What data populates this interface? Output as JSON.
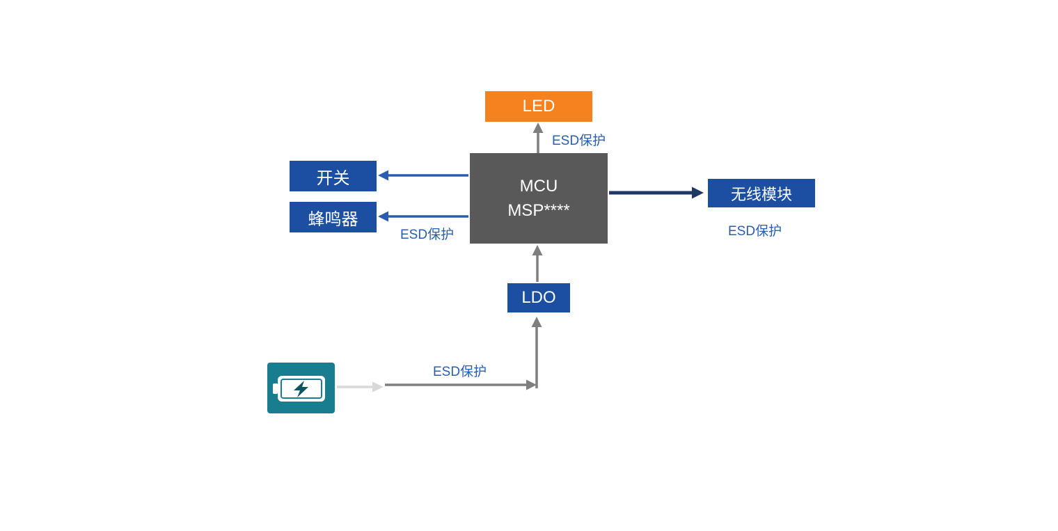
{
  "diagram": {
    "title": "MCU ESD protection block diagram",
    "nodes": {
      "led": {
        "label": "LED",
        "color": "#F5821E",
        "text_color": "#ffffff"
      },
      "mcu": {
        "line1": "MCU",
        "line2": "MSP****",
        "color": "#595959",
        "text_color": "#ffffff"
      },
      "switch": {
        "label": "开关",
        "color": "#1C4FA1",
        "text_color": "#ffffff"
      },
      "buzzer": {
        "label": "蜂鸣器",
        "color": "#1C4FA1",
        "text_color": "#ffffff"
      },
      "wireless": {
        "label": "无线模块",
        "color": "#1C4FA1",
        "text_color": "#ffffff"
      },
      "ldo": {
        "label": "LDO",
        "color": "#1C4FA1",
        "text_color": "#ffffff"
      }
    },
    "labels": {
      "esd_led": "ESD保护",
      "esd_buzzer": "ESD保护",
      "esd_wireless": "ESD保护",
      "esd_battery": "ESD保护"
    },
    "label_color": "#2A5DB0",
    "edges": [
      {
        "from": "mcu",
        "to": "led",
        "label": "ESD保护",
        "color": "#7F7F7F"
      },
      {
        "from": "mcu",
        "to": "switch",
        "label": "",
        "color": "#2A5DB0"
      },
      {
        "from": "mcu",
        "to": "buzzer",
        "label": "ESD保护",
        "color": "#2A5DB0"
      },
      {
        "from": "mcu",
        "to": "wireless",
        "label": "ESD保护",
        "color": "#1F3864"
      },
      {
        "from": "ldo",
        "to": "mcu",
        "label": "",
        "color": "#7F7F7F"
      },
      {
        "from": "battery",
        "to": "ldo",
        "label": "ESD保护",
        "color": "#7F7F7F"
      }
    ],
    "arrow_colors": {
      "gray": "#7F7F7F",
      "blue": "#2A5DB0",
      "navy": "#1F3864",
      "light": "#D9D9D9"
    },
    "battery_icon": {
      "name": "battery-charging-icon",
      "color": "#187E8F"
    }
  }
}
